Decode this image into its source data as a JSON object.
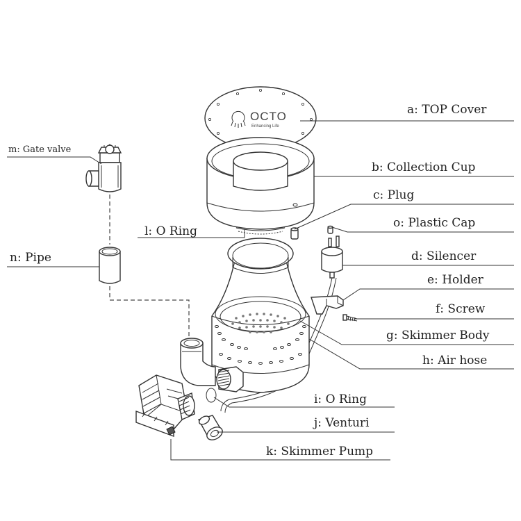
{
  "logo": {
    "brand": "OCTO",
    "tagline": "Enhancing Life"
  },
  "labels": {
    "a": "a: TOP Cover",
    "b": "b: Collection Cup",
    "c": "c: Plug",
    "o": "o: Plastic Cap",
    "l": "l: O Ring",
    "d": "d: Silencer",
    "e": "e: Holder",
    "f": "f: Screw",
    "g": "g: Skimmer Body",
    "h": "h: Air hose",
    "i": "i: O Ring",
    "j": "j: Venturi",
    "k": "k: Skimmer Pump",
    "m": "m: Gate valve",
    "n": "n: Pipe"
  }
}
